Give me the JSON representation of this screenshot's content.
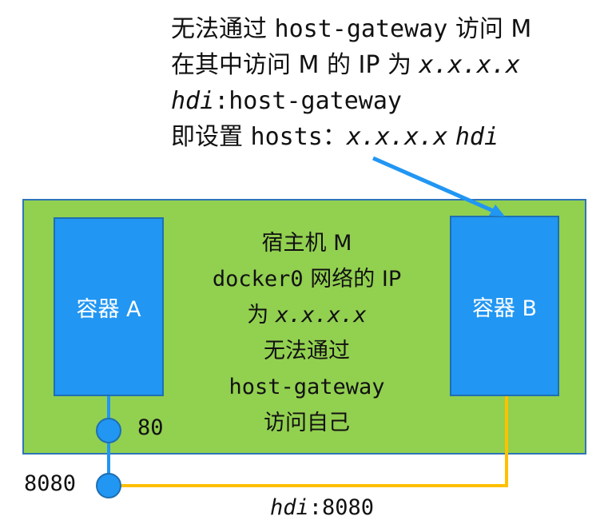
{
  "top_note": {
    "line1_cn_a": "无法通过",
    "line1_code": "host-gateway",
    "line1_cn_b": "访问 M",
    "line2_cn": "在其中访问 M 的 IP 为",
    "line2_ip": "x.x.x.x",
    "line3_host": "hdi",
    "line3_rest": ":host-gateway",
    "line4_cn": "即设置",
    "line4_code": "hosts：",
    "line4_ip": "x.x.x.x",
    "line4_host": "hdi"
  },
  "host": {
    "line1": "宿主机 M",
    "line2_code": "docker0",
    "line2_cn": "网络的 IP",
    "line3_cn": "为",
    "line3_ip": "x.x.x.x",
    "line4": "无法通过",
    "line5": "host-gateway",
    "line6": "访问自己"
  },
  "containers": {
    "a": "容器 A",
    "b": "容器 B"
  },
  "ports": {
    "inner": "80",
    "outer": "8080"
  },
  "link": {
    "host": "hdi",
    "port": ":8080"
  },
  "colors": {
    "host_fill": "#92d050",
    "container_fill": "#2196f3",
    "arrow": "#2196f3",
    "link_line": "#ffc000"
  }
}
